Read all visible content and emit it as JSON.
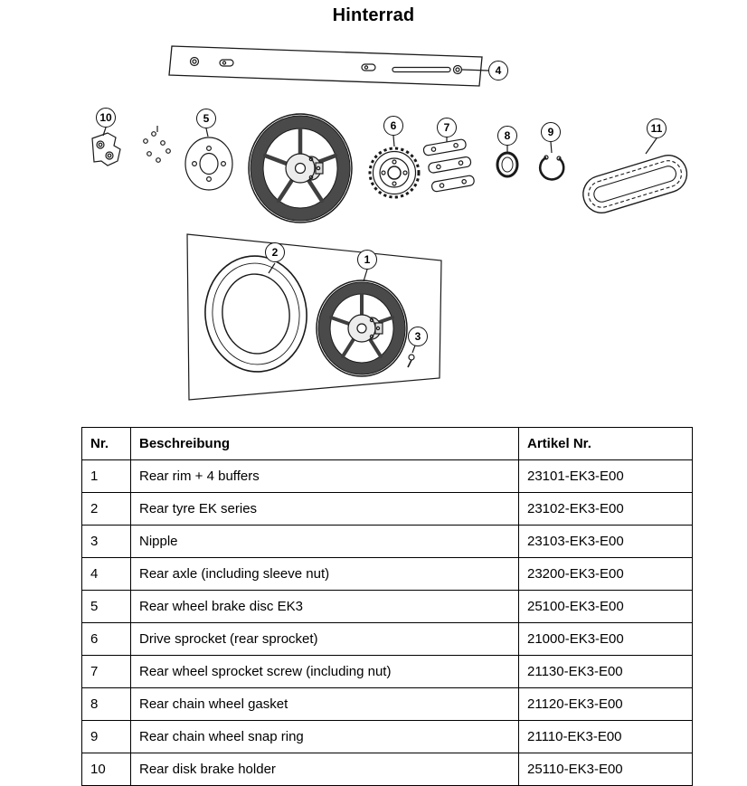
{
  "page": {
    "title": "Hinterrad"
  },
  "diagram": {
    "callouts": [
      {
        "label": "1"
      },
      {
        "label": "2"
      },
      {
        "label": "3"
      },
      {
        "label": "4"
      },
      {
        "label": "5"
      },
      {
        "label": "6"
      },
      {
        "label": "7"
      },
      {
        "label": "8"
      },
      {
        "label": "9"
      },
      {
        "label": "10"
      },
      {
        "label": "11"
      }
    ]
  },
  "table": {
    "headers": {
      "nr": "Nr.",
      "beschreibung": "Beschreibung",
      "artikel": "Artikel Nr."
    },
    "rows": [
      {
        "nr": "1",
        "beschreibung": "Rear rim + 4 buffers",
        "artikel": "23101-EK3-E00"
      },
      {
        "nr": "2",
        "beschreibung": "Rear tyre EK series",
        "artikel": "23102-EK3-E00"
      },
      {
        "nr": "3",
        "beschreibung": "Nipple",
        "artikel": "23103-EK3-E00"
      },
      {
        "nr": "4",
        "beschreibung": "Rear axle (including sleeve nut)",
        "artikel": "23200-EK3-E00"
      },
      {
        "nr": "5",
        "beschreibung": "Rear wheel brake disc EK3",
        "artikel": "25100-EK3-E00"
      },
      {
        "nr": "6",
        "beschreibung": "Drive sprocket (rear sprocket)",
        "artikel": "21000-EK3-E00"
      },
      {
        "nr": "7",
        "beschreibung": "Rear wheel sprocket screw (including nut)",
        "artikel": "21130-EK3-E00"
      },
      {
        "nr": "8",
        "beschreibung": "Rear chain wheel gasket",
        "artikel": "21120-EK3-E00"
      },
      {
        "nr": "9",
        "beschreibung": "Rear chain wheel snap ring",
        "artikel": "21110-EK3-E00"
      },
      {
        "nr": "10",
        "beschreibung": "Rear disk brake holder",
        "artikel": "25110-EK3-E00"
      }
    ]
  }
}
